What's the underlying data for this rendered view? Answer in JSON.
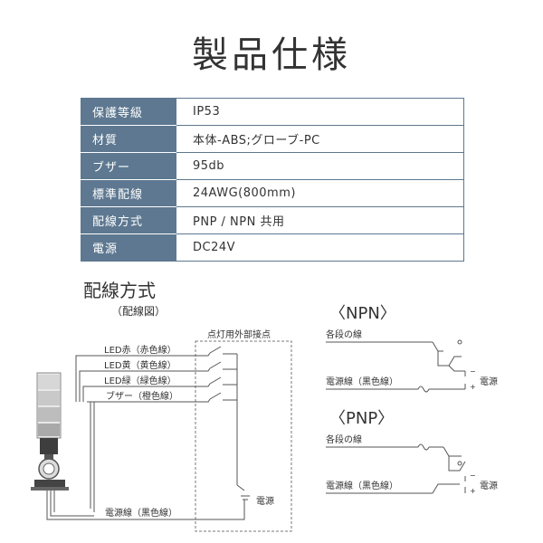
{
  "page": {
    "title": "製品仕様"
  },
  "spec_table": {
    "rows": [
      {
        "label": "保護等級",
        "value": "IP53"
      },
      {
        "label": "材質",
        "value": "本体-ABS;グローブ-PC"
      },
      {
        "label": "ブザー",
        "value": "95db"
      },
      {
        "label": "標準配線",
        "value": "24AWG(800mm)"
      },
      {
        "label": "配線方式",
        "value": "PNP / NPN 共用"
      },
      {
        "label": "電源",
        "value": "DC24V"
      }
    ]
  },
  "wiring": {
    "title": "配線方式",
    "diagram_label": "（配線図）",
    "contacts_label": "点灯用外部接点",
    "wires": [
      "LED赤（赤色線）",
      "LED黄（黄色線）",
      "LED緑（緑色線）",
      "ブザー（橙色線）"
    ],
    "power_wire_label": "電源線（黒色線）",
    "power_label": "電源",
    "npn": {
      "title": "〈NPN〉",
      "input_label": "各段の線",
      "power_wire_label": "電源線（黒色線）",
      "power_label": "電源",
      "minus": "−",
      "plus": "+"
    },
    "pnp": {
      "title": "〈PNP〉",
      "input_label": "各段の線",
      "power_wire_label": "電源線（黒色線）",
      "power_label": "電源",
      "minus": "−",
      "plus": "+"
    }
  }
}
